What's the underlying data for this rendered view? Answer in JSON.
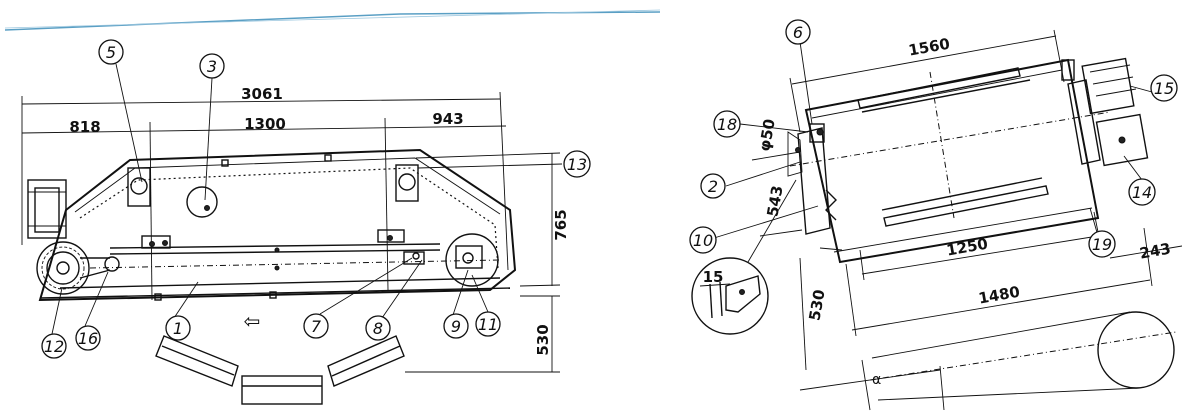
{
  "left_view": {
    "dimensions": {
      "overall_length": "3061",
      "left_offset": "818",
      "center_span": "1300",
      "right_offset": "943",
      "height": "765",
      "lower_height": "530"
    },
    "balloons": [
      "1",
      "3",
      "5",
      "7",
      "8",
      "9",
      "11",
      "12",
      "13",
      "16"
    ],
    "direction_arrow": "⇦"
  },
  "right_view": {
    "dimensions": {
      "top_length": "1560",
      "bottom_length": "1250",
      "lower_length": "1480",
      "diameter": "φ50",
      "offset": "543",
      "side_offset": "243",
      "height": "530",
      "detail": "15",
      "angle": "α"
    },
    "balloons": [
      "2",
      "6",
      "10",
      "14",
      "15",
      "18",
      "19"
    ]
  }
}
